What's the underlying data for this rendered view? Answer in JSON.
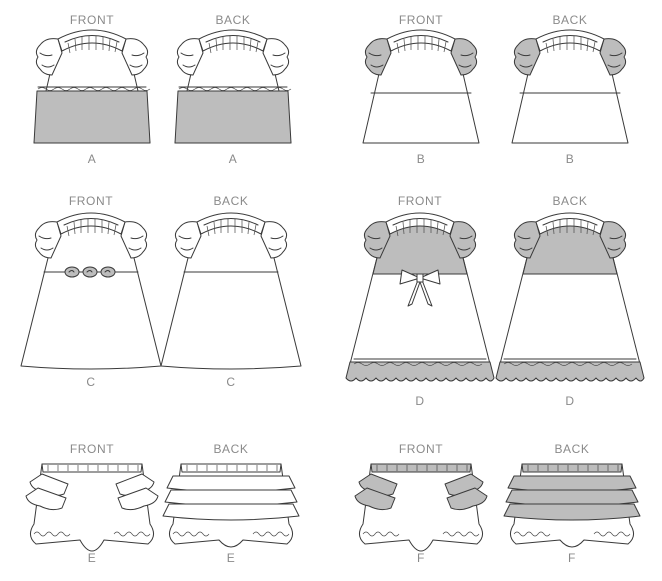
{
  "views": [
    {
      "id": "a-front",
      "view": "FRONT",
      "letter": "A"
    },
    {
      "id": "a-back",
      "view": "BACK",
      "letter": "A"
    },
    {
      "id": "b-front",
      "view": "FRONT",
      "letter": "B"
    },
    {
      "id": "b-back",
      "view": "BACK",
      "letter": "B"
    },
    {
      "id": "c-front",
      "view": "FRONT",
      "letter": "C"
    },
    {
      "id": "c-back",
      "view": "BACK",
      "letter": "C"
    },
    {
      "id": "d-front",
      "view": "FRONT",
      "letter": "D"
    },
    {
      "id": "d-back",
      "view": "BACK",
      "letter": "D"
    },
    {
      "id": "e-front",
      "view": "FRONT",
      "letter": "E"
    },
    {
      "id": "e-back",
      "view": "BACK",
      "letter": "E"
    },
    {
      "id": "f-front",
      "view": "FRONT",
      "letter": "F"
    },
    {
      "id": "f-back",
      "view": "BACK",
      "letter": "F"
    }
  ],
  "colors": {
    "line": "#3a3a3a",
    "fabric_contrast": "#bdbdbd",
    "fabric_main": "#ffffff",
    "label": "#8a8a8a"
  }
}
